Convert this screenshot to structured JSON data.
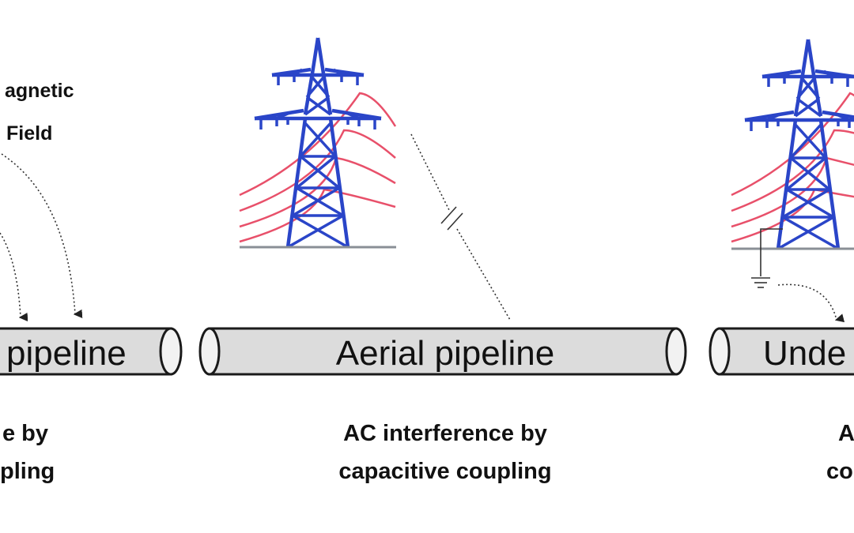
{
  "field_label": {
    "line1": "agnetic",
    "line2": "Field"
  },
  "pipes": [
    {
      "label": "pipeline"
    },
    {
      "label": "Aerial pipeline"
    },
    {
      "label": "Unde"
    }
  ],
  "captions": [
    {
      "line1": "e by",
      "line2": "pling"
    },
    {
      "line1": "AC interference by",
      "line2": "capacitive coupling"
    },
    {
      "line1": "A",
      "line2": "co"
    }
  ],
  "colors": {
    "tower": "#2a45c8",
    "wire": "#e8506a",
    "ground": "#8a8f96",
    "pipe_fill": "#dcdcdc"
  }
}
